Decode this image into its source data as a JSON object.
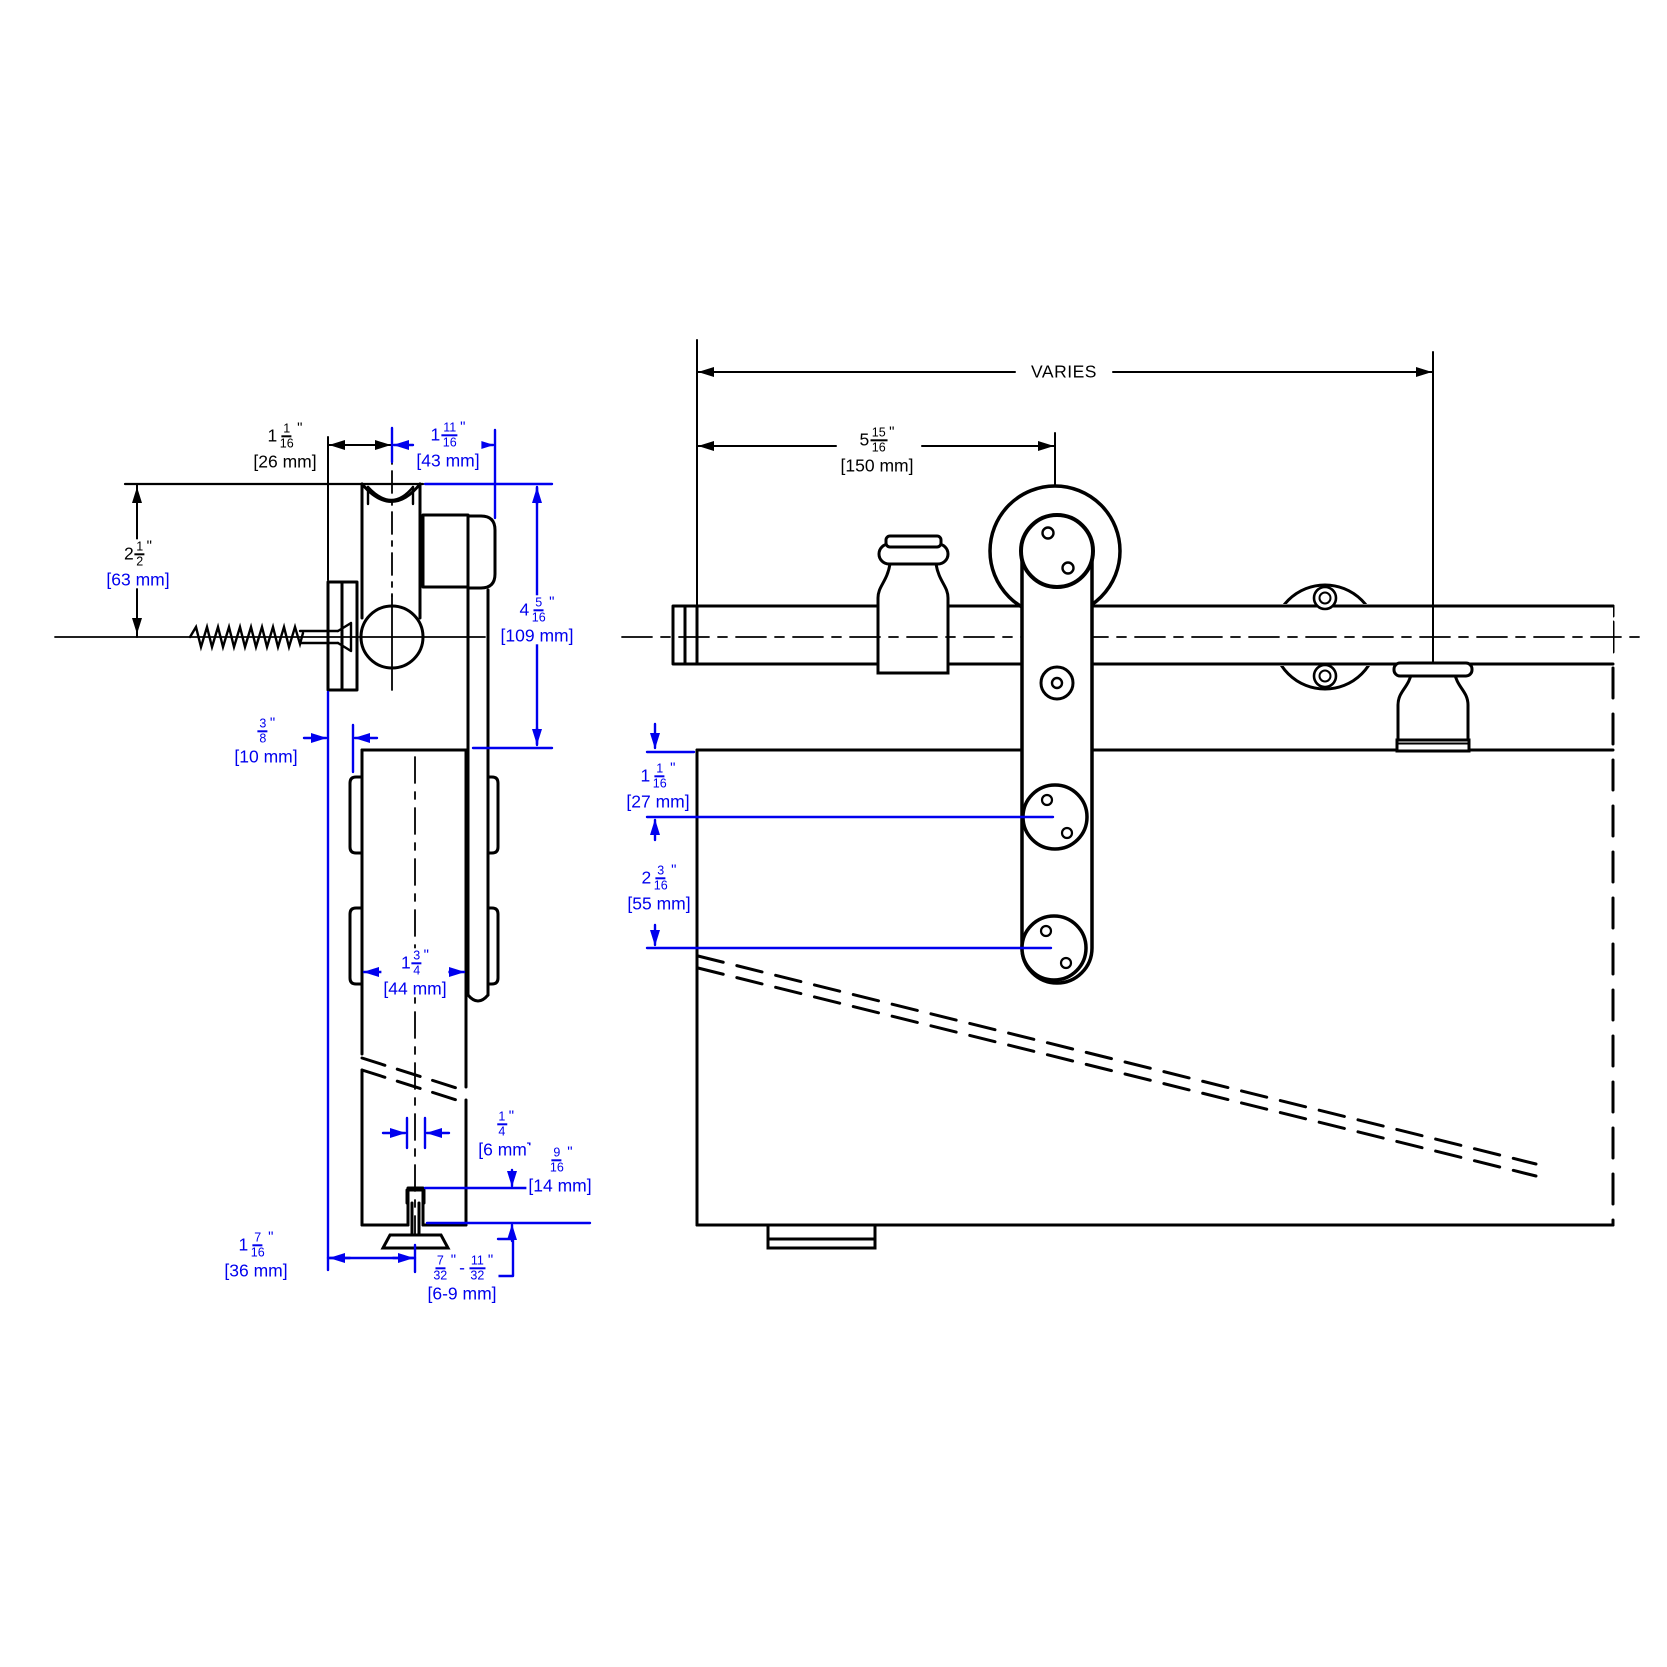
{
  "drawing": {
    "type": "barn-door-hardware-installation-diagram",
    "views": [
      "side-profile-view",
      "front-elevation-view"
    ]
  },
  "colors": {
    "drawing_lines": "#000000",
    "metric_dimensions": "#0000ee",
    "background": "#ffffff"
  },
  "dims": {
    "d26": {
      "whole": "1",
      "num": "1",
      "den": "16",
      "unit": "\"",
      "metric": "[26 mm]"
    },
    "d43": {
      "whole": "1",
      "num": "11",
      "den": "16",
      "unit": "\"",
      "metric": "[43 mm]"
    },
    "d63": {
      "whole": "2",
      "num": "1",
      "den": "2",
      "unit": "\"",
      "metric": "[63 mm]"
    },
    "d109": {
      "whole": "4",
      "num": "5",
      "den": "16",
      "unit": "\"",
      "metric": "[109 mm]"
    },
    "d10": {
      "whole": "",
      "num": "3",
      "den": "8",
      "unit": "\"",
      "metric": "[10 mm]"
    },
    "d44": {
      "whole": "1",
      "num": "3",
      "den": "4",
      "unit": "\"",
      "metric": "[44 mm]"
    },
    "d6": {
      "whole": "",
      "num": "1",
      "den": "4",
      "unit": "\"",
      "metric": "[6 mm]"
    },
    "d14": {
      "whole": "",
      "num": "9",
      "den": "16",
      "unit": "\"",
      "metric": "[14 mm]"
    },
    "d36": {
      "whole": "1",
      "num": "7",
      "den": "16",
      "unit": "\"",
      "metric": "[36 mm]"
    },
    "d69": {
      "num1": "7",
      "den1": "32",
      "unit1": "\"",
      "sep": "-",
      "num2": "11",
      "den2": "32",
      "unit2": "\"",
      "metric": "[6-9 mm]"
    },
    "d150": {
      "whole": "5",
      "num": "15",
      "den": "16",
      "unit": "\"",
      "metric": "[150 mm]"
    },
    "d27": {
      "whole": "1",
      "num": "1",
      "den": "16",
      "unit": "\"",
      "metric": "[27 mm]"
    },
    "d55": {
      "whole": "2",
      "num": "3",
      "den": "16",
      "unit": "\"",
      "metric": "[55 mm]"
    },
    "varies": {
      "label": "VARIES"
    }
  }
}
